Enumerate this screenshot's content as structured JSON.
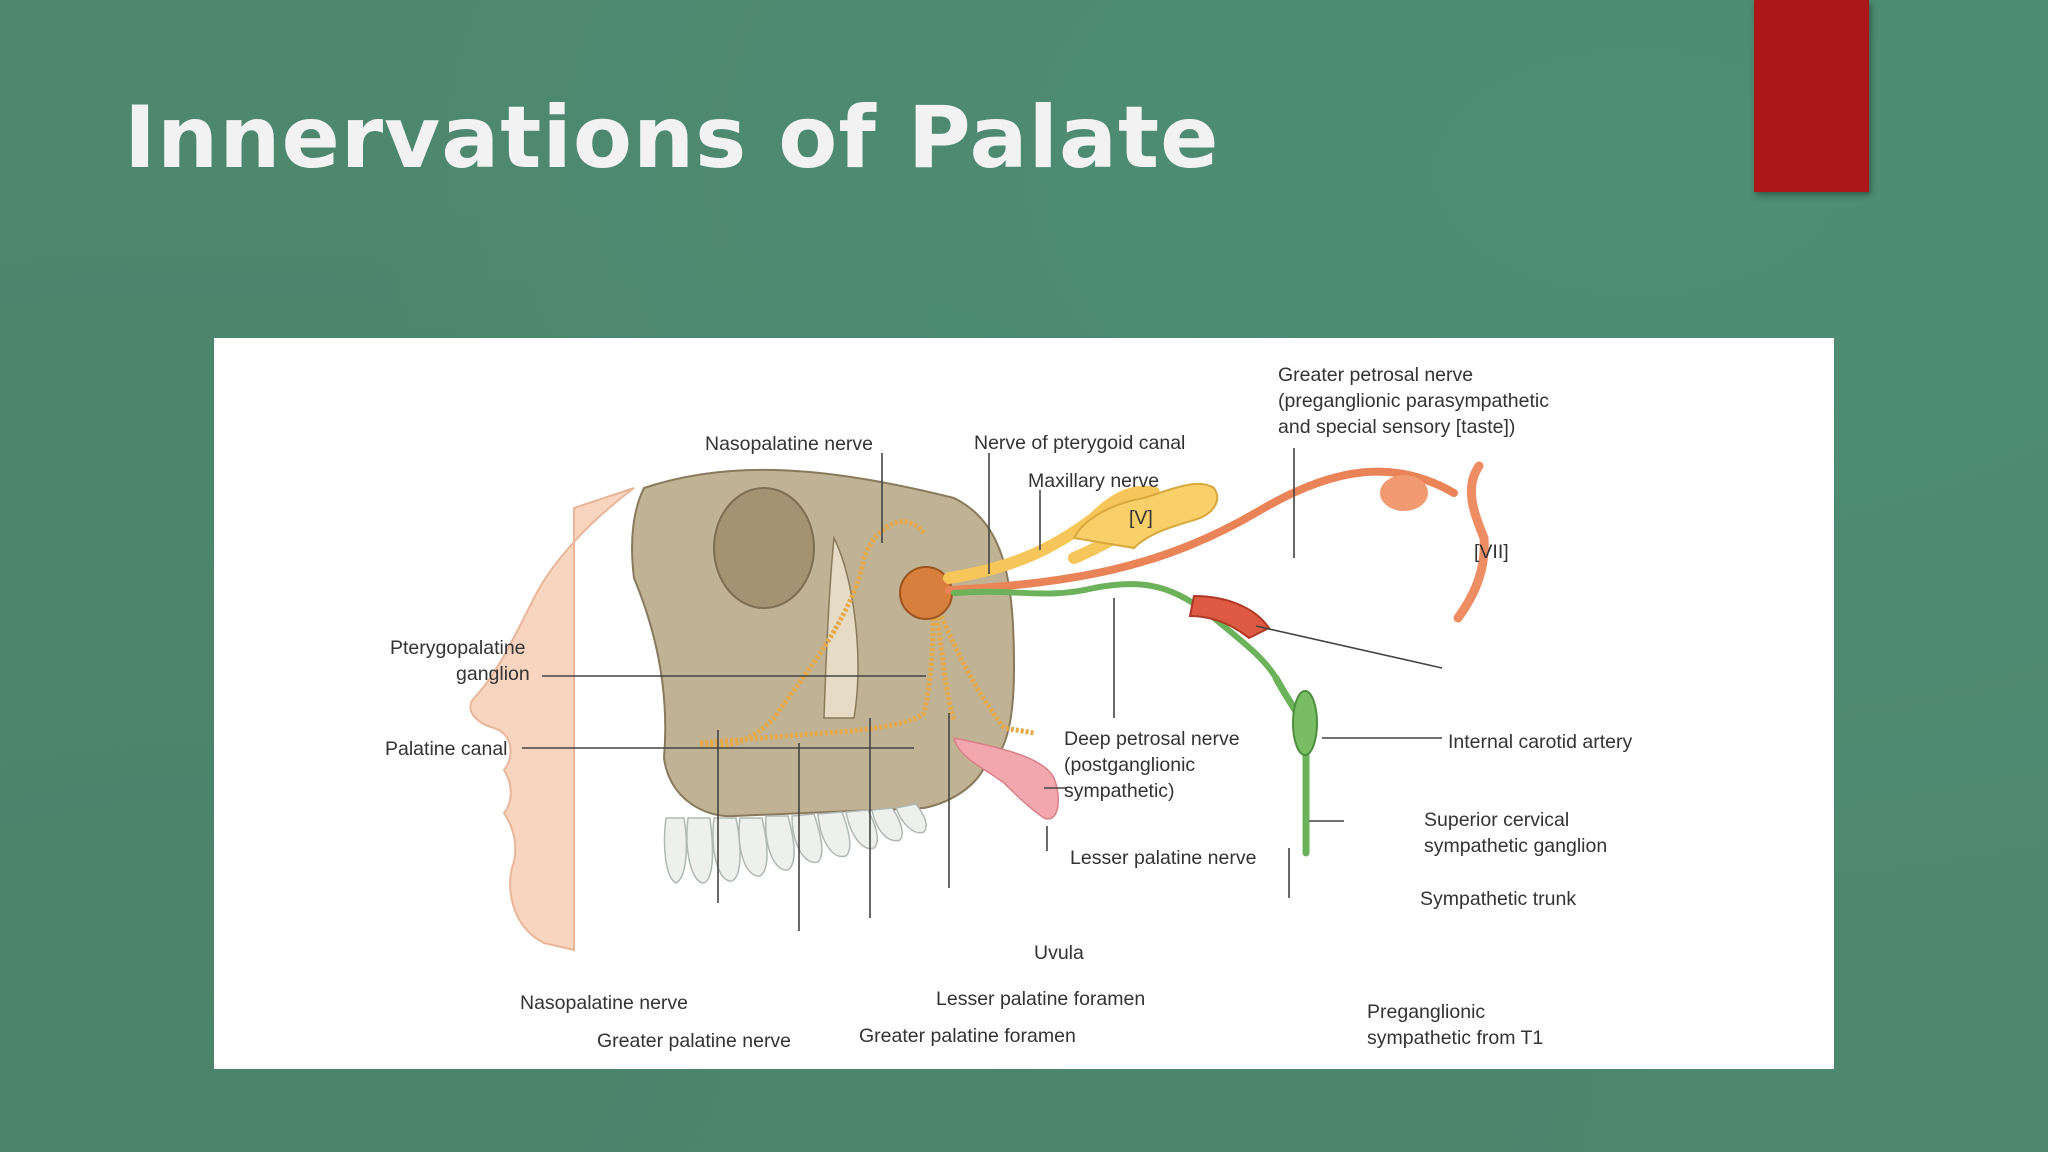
{
  "slide": {
    "title": "Innervations of Palate",
    "accent_color": "#ac1818",
    "background_color": "#4d876e"
  },
  "figure": {
    "labels": {
      "greater_petrosal_line1": "Greater petrosal nerve",
      "greater_petrosal_line2": "(preganglionic parasympathetic",
      "greater_petrosal_line3": "and special sensory [taste])",
      "nasopalatine_top": "Nasopalatine nerve",
      "pterygoid_canal": "Nerve of pterygoid canal",
      "maxillary": "Maxillary nerve",
      "cn_v": "[V]",
      "cn_vii": "[VII]",
      "pterygopalatine_line1": "Pterygopalatine",
      "pterygopalatine_line2": "ganglion",
      "palatine_canal": "Palatine canal",
      "deep_petrosal_line1": "Deep petrosal nerve",
      "deep_petrosal_line2": "(postganglionic",
      "deep_petrosal_line3": "sympathetic)",
      "internal_carotid": "Internal carotid artery",
      "superior_cervical_line1": "Superior cervical",
      "superior_cervical_line2": "sympathetic ganglion",
      "sympathetic_trunk": "Sympathetic trunk",
      "lesser_palatine_nerve": "Lesser palatine nerve",
      "uvula": "Uvula",
      "lesser_palatine_foramen": "Lesser palatine foramen",
      "greater_palatine_foramen": "Greater palatine foramen",
      "nasopalatine_bottom": "Nasopalatine nerve",
      "greater_palatine_nerve": "Greater palatine nerve",
      "preganglionic_line1": "Preganglionic",
      "preganglionic_line2": "sympathetic from T1"
    }
  }
}
